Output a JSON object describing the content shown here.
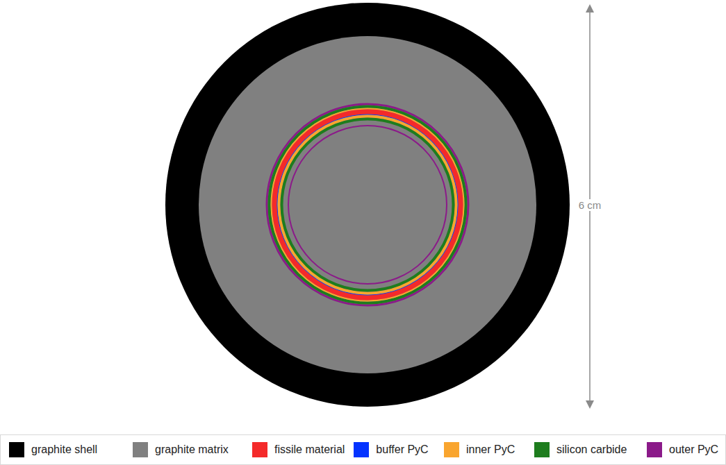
{
  "diagram": {
    "labels": [
      "6 cm"
    ],
    "legend": [
      {
        "text": "graphite shell",
        "color": "#000000"
      },
      {
        "text": "graphite matrix",
        "color": "#808080"
      },
      {
        "text": "fissile material",
        "color": "#f42a2a"
      },
      {
        "text": "buffer PyC",
        "color": "#0433ff"
      },
      {
        "text": "inner PyC",
        "color": "#f9a52f"
      },
      {
        "text": "silicon carbide",
        "color": "#1e7d1e"
      },
      {
        "text": "outer PyC",
        "color": "#8b1a89"
      }
    ]
  }
}
